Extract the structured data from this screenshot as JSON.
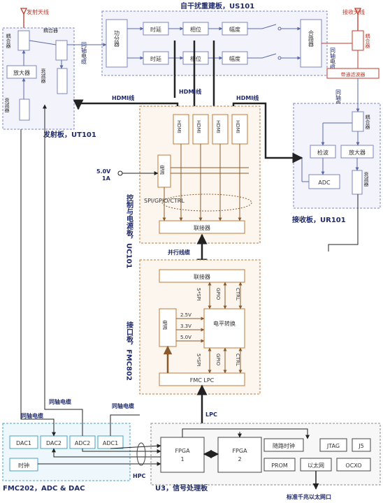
{
  "tx_antenna": "发射天线",
  "rx_antenna": "接收天线",
  "interference_board": {
    "title": "自干扰重建板，US101",
    "splitter": "功分器",
    "delay": "时延",
    "phase": "相位",
    "amplitude": "幅度",
    "combiner": "合路器"
  },
  "coax_label": "同轴电缆",
  "tx_board": {
    "title": "发射板，UT101",
    "coupler": "耦合器",
    "amplifier": "放大器",
    "attenuator": "衰减器"
  },
  "rx_board": {
    "title": "接收板，UR101",
    "coupler": "耦合器",
    "bandpass": "带通滤波器",
    "detector": "检波",
    "amplifier": "放大器",
    "adc": "ADC",
    "attenuator": "衰减器"
  },
  "hdmi_label": "HDMI线",
  "hdmi_port": "HDMI",
  "power_input": {
    "voltage": "5.0V",
    "current": "1A"
  },
  "control_board": {
    "title": "控制与电源板，UC101",
    "power": "电源",
    "bus": "SPI/GPIO/CTRL",
    "connector": "联接器"
  },
  "parallel_cable": "并行线缆",
  "interface_board": {
    "title": "接口板，FMC802",
    "connector": "联接器",
    "power": "电源",
    "level_shift": "电平转换",
    "voltages": [
      "2.5V",
      "3.3V",
      "5.0V"
    ],
    "signals": [
      "5*SPI",
      "GPIO",
      "CTRL"
    ],
    "fmc": "FMC LPC"
  },
  "lpc_label": "LPC",
  "hpc_label": "HPC",
  "fmc202": {
    "title": "FMC202，ADC & DAC",
    "dac1": "DAC1",
    "dac2": "DAC2",
    "adc2": "ADC2",
    "adc1": "ADC1",
    "clock": "时钟"
  },
  "u3": {
    "title": "U3，信号处理板",
    "fpga1": "FPGA\n1",
    "fpga2": "FPGA\n2",
    "clock": "随路时钟",
    "jtag": "JTAG",
    "j5": "J5",
    "prom": "PROM",
    "ethernet": "以太网",
    "ocxo": "OCXO"
  },
  "ethernet_port": "标准千兆以太网口"
}
